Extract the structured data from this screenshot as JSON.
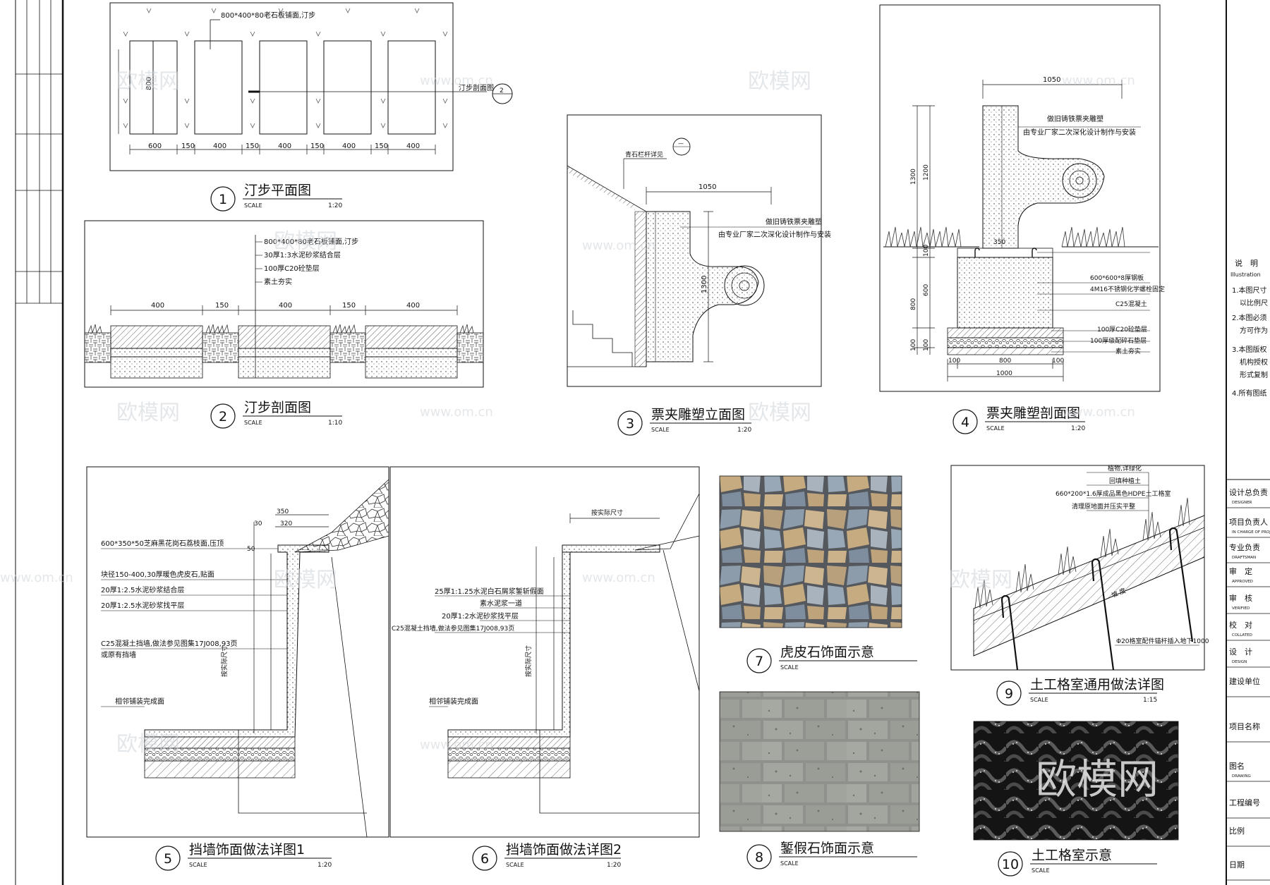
{
  "panels": [
    {
      "num": "1",
      "title": "汀步平面图",
      "scale_label": "SCALE",
      "scale": "1:20"
    },
    {
      "num": "2",
      "title": "汀步剖面图",
      "scale_label": "SCALE",
      "scale": "1:10"
    },
    {
      "num": "3",
      "title": "票夹雕塑立面图",
      "scale_label": "SCALE",
      "scale": "1:20"
    },
    {
      "num": "4",
      "title": "票夹雕塑剖面图",
      "scale_label": "SCALE",
      "scale": "1:20"
    },
    {
      "num": "5",
      "title": "挡墙饰面做法详图1",
      "scale_label": "SCALE",
      "scale": "1:20"
    },
    {
      "num": "6",
      "title": "挡墙饰面做法详图2",
      "scale_label": "SCALE",
      "scale": "1:20"
    },
    {
      "num": "7",
      "title": "虎皮石饰面示意",
      "scale_label": "SCALE",
      "scale": ""
    },
    {
      "num": "8",
      "title": "錾假石饰面示意",
      "scale_label": "SCALE",
      "scale": ""
    },
    {
      "num": "9",
      "title": "土工格室通用做法详图",
      "scale_label": "SCALE",
      "scale": "1:15"
    },
    {
      "num": "10",
      "title": "土工格室示意",
      "scale_label": "SCALE",
      "scale": ""
    }
  ],
  "p1": {
    "top_note": "800*400*80老石板铺面,汀步",
    "height_dim": "800",
    "section_ref": "汀步剖面图",
    "section_num": "2",
    "dims": [
      "600",
      "150",
      "400",
      "150",
      "400",
      "150",
      "400",
      "150",
      "400"
    ]
  },
  "p2": {
    "notes": [
      "800*400*80老石板铺面,汀步",
      "30厚1:3水泥砂浆结合层",
      "100厚C20砼垫层",
      "素土夯实"
    ],
    "dims": [
      "400",
      "150",
      "400",
      "150",
      "400"
    ]
  },
  "p3": {
    "ref_note": "青石栏杆详见",
    "ref_num": "—",
    "width_dim": "1050",
    "height_dim": "1300",
    "notes": [
      "做旧铸铁票夹雕塑",
      "由专业厂家二次深化设计制作与安装"
    ]
  },
  "p4": {
    "width_dim": "1050",
    "inner_dim": "350",
    "left_dims": [
      "1300",
      "1200",
      "100",
      "600",
      "800",
      "100",
      "100"
    ],
    "notes_top": [
      "做旧铸铁票夹雕塑",
      "由专业厂家二次深化设计制作与安装"
    ],
    "notes_bottom": [
      "600*600*8厚钢板",
      "4M16不锈钢化学螺栓固定",
      "C25混凝土",
      "100厚C20砼垫层",
      "100厚级配碎石垫层",
      "素土夯实"
    ],
    "bottom_dims": [
      "100",
      "800",
      "100",
      "1000"
    ]
  },
  "p5": {
    "dims": [
      "350",
      "320",
      "30",
      "50"
    ],
    "notes": [
      "600*350*50芝麻黑花岗石荔枝面,压顶",
      "块径150-400,30厚暖色虎皮石,贴面",
      "20厚1:2.5水泥砂浆结合层",
      "20厚1:2.5水泥砂浆找平层",
      "C25混凝土挡墙,做法参见图集17J008,93页",
      "或原有挡墙",
      "相邻铺装完成面"
    ],
    "vertical_note": "按实际尺寸"
  },
  "p6": {
    "top_note": "按实际尺寸",
    "notes": [
      "25厚1:1.25水泥白石屑浆錾斩假面",
      "素水泥浆一道",
      "20厚1:2水泥砂浆找平层",
      "C25混凝土挡墙,做法参见图集17J008,93页"
    ],
    "ground_note": "相邻铺装完成面",
    "vertical_note": "按实际尺寸"
  },
  "p9": {
    "notes": [
      "植物,详绿化",
      "回填种植土",
      "660*200*1.6厚成品黑色HDPE土工格室",
      "清理原地面并压实平整"
    ],
    "anchor_note": "Φ20格室配件锚杆插入地下1000",
    "slope_label": "坡 度"
  },
  "p10": {
    "watermark": "欧模网"
  },
  "watermarks": {
    "logo": "欧模网",
    "url": "www.om.cn"
  },
  "notes_panel": {
    "heading": "说　明",
    "heading_en": "Illustration",
    "items": [
      "1.本图尺寸",
      "以比例尺",
      "2.本图必须",
      "方可作为",
      "3.本图版权",
      "机构授权",
      "形式复制",
      "4.所有图纸"
    ]
  },
  "title_block": [
    {
      "cn": "设计总负责",
      "en": "DESIGNER"
    },
    {
      "cn": "项目负责人",
      "en": "IN CHARGE OF PROJECT"
    },
    {
      "cn": "专业负责",
      "en": "DRAFTSMAN"
    },
    {
      "cn": "审　定",
      "en": "APPROVED"
    },
    {
      "cn": "审　核",
      "en": "VERIFIED"
    },
    {
      "cn": "校　对",
      "en": "COLLATED"
    },
    {
      "cn": "设　计",
      "en": "DESIGN"
    },
    {
      "cn": "建设单位",
      "en": ""
    },
    {
      "cn": "项目名称",
      "en": ""
    },
    {
      "cn": "图名",
      "en": "DRAWING"
    },
    {
      "cn": "工程编号",
      "en": ""
    },
    {
      "cn": "比例",
      "en": ""
    },
    {
      "cn": "日期",
      "en": ""
    }
  ],
  "colors": {
    "line": "#111111",
    "watermark": "#c8cdd4",
    "stone_blue": "#8a9aa8",
    "stone_tan": "#c9ae86",
    "grid_dark": "#2a2a2a"
  }
}
